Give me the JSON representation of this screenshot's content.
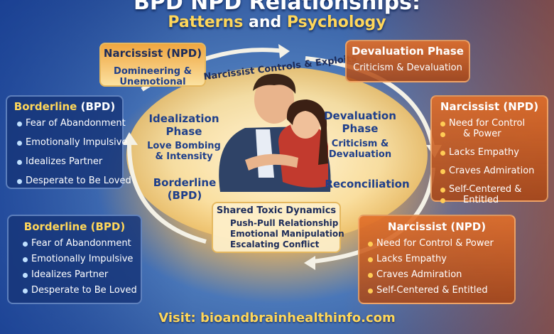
{
  "title": {
    "line1": "BPD NPD Relationships:",
    "line2_a": "Patterns",
    "line2_b": "and",
    "line2_c": "Psychology"
  },
  "top_left_box": {
    "header": "Narcissist (NPD)",
    "line1": "Domineering &",
    "line2": "Unemotional"
  },
  "arc_label": "Narcissist Controls & Exploits",
  "top_right_box": {
    "header": "Devaluation Phase",
    "text": "Criticism & Devaluation"
  },
  "left_upper_box": {
    "header_a": "Borderline",
    "header_b": "(BPD)",
    "items": [
      "Fear of Abandonment",
      "Emotionally Impulsive",
      "Idealizes Partner",
      "Desperate to Be Loved"
    ]
  },
  "right_upper_box": {
    "header": "Narcissist (NPD)",
    "items": [
      "Need for Control",
      "& Power",
      "Lacks Empathy",
      "Craves Admiration",
      "Self-Centered &",
      "Entitled"
    ]
  },
  "ring": {
    "idealization_title_1": "Idealization",
    "idealization_title_2": "Phase",
    "idealization_desc_1": "Love Bombing",
    "idealization_desc_2": "& Intensity",
    "devaluation_title_1": "Devaluation",
    "devaluation_title_2": "Phase",
    "devaluation_desc_1": "Criticism &",
    "devaluation_desc_2": "Devaluation",
    "borderline_1": "Borderline",
    "borderline_2": "(BPD)",
    "reconciliation": "Reconciliation"
  },
  "shared_box": {
    "header": "Shared Toxic Dynamics",
    "items": [
      "Push-Pull Relationship",
      "Emotional Manipulation",
      "Escalating Conflict"
    ]
  },
  "left_lower_box": {
    "header": "Borderline (BPD)",
    "items": [
      "Fear of Abandonment",
      "Emotionally Impulsive",
      "Idealizes Partner",
      "Desperate to Be Loved"
    ]
  },
  "right_lower_box": {
    "header": "Narcissist (NPD)",
    "items": [
      "Need for Control & Power",
      "Lacks Empathy",
      "Craves Admiration",
      "Self-Centered & Entitled"
    ]
  },
  "footer": "Visit: bioandbrainhealthinfo.com",
  "colors": {
    "accent_yellow": "#ffd75a",
    "navy": "#22468f",
    "orange": "#e26e28",
    "cream": "#fdecc3"
  }
}
